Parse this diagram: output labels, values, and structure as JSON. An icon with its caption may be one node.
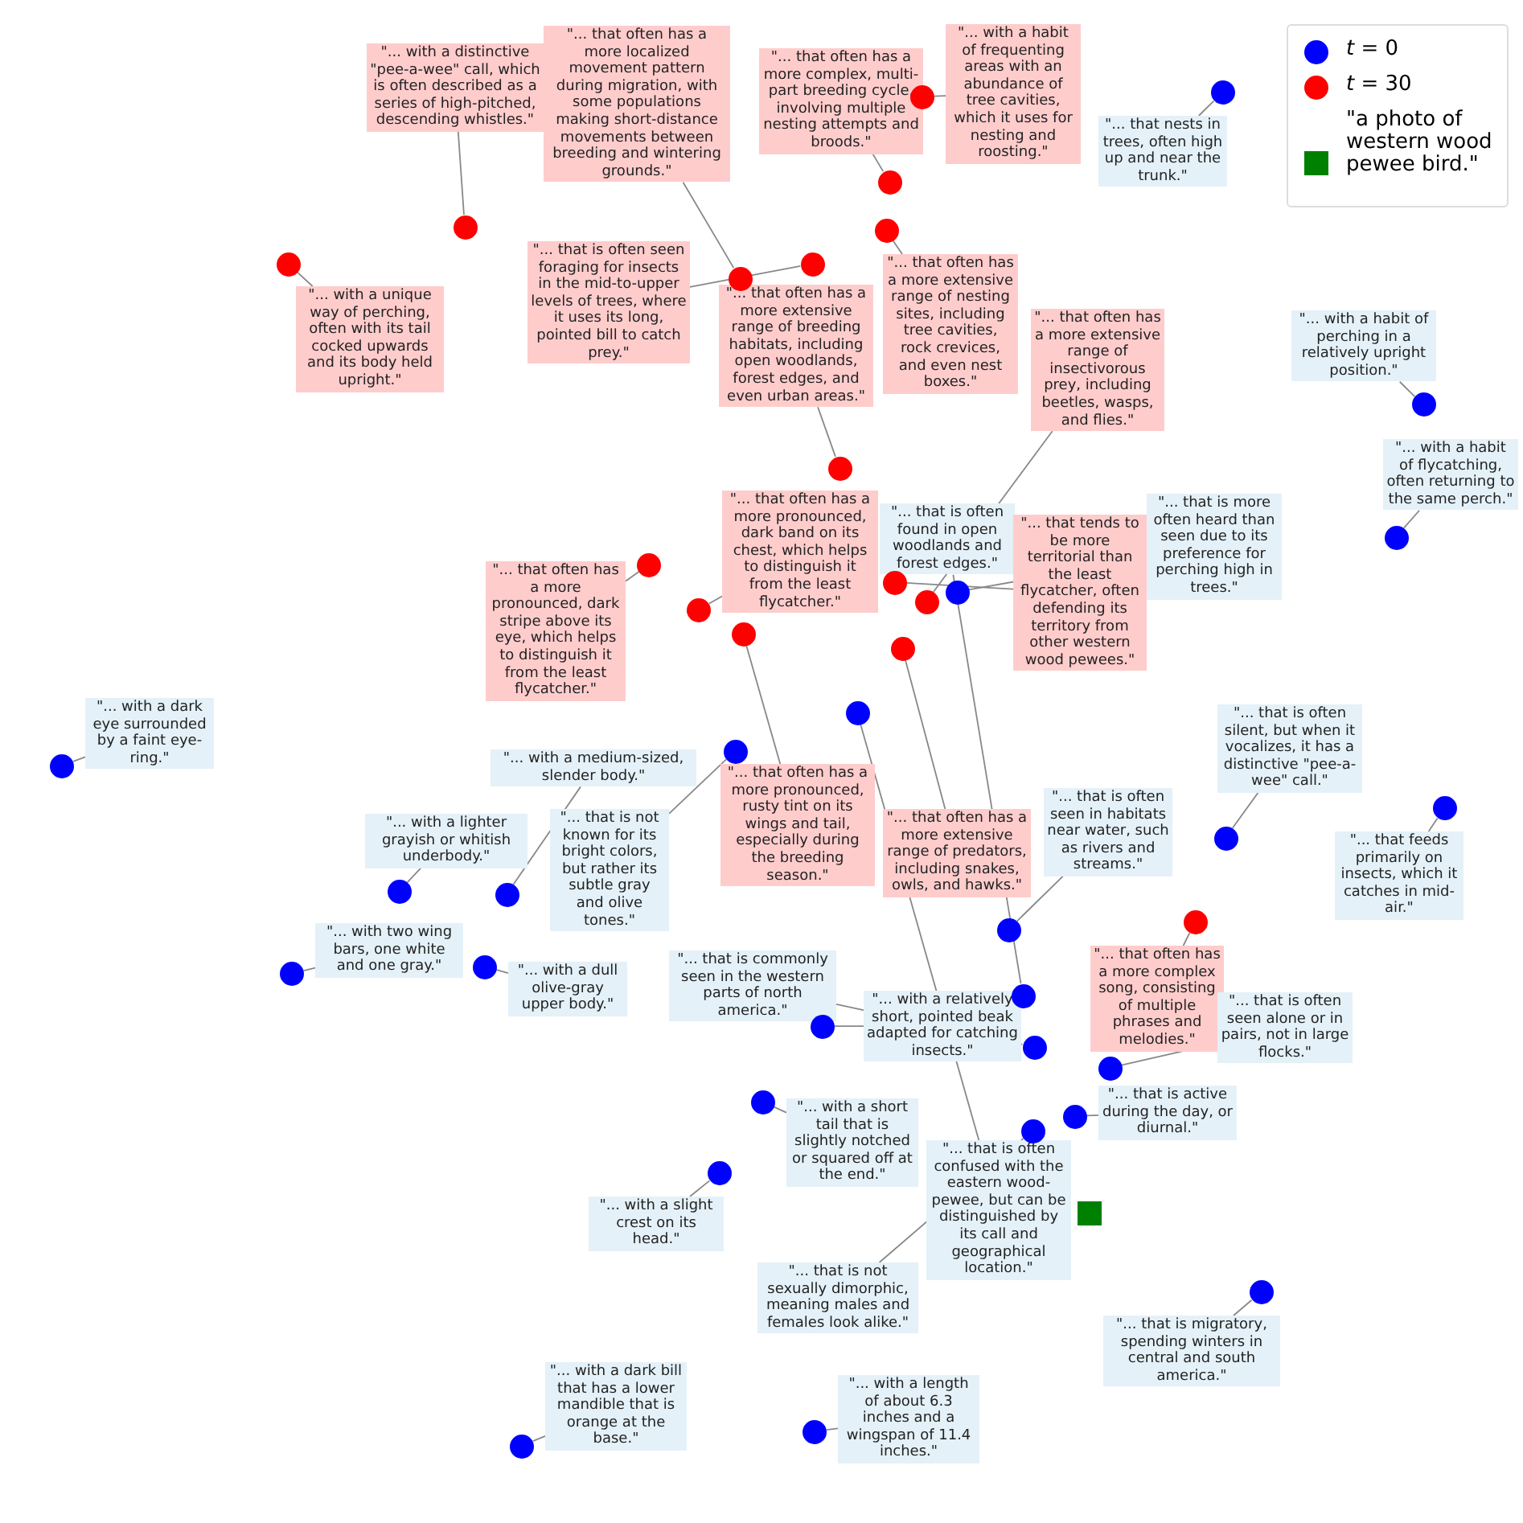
{
  "diagram": {
    "nodes": [
      {
        "text": [
          "\"... that often has a more localized movement pattern during migration, with some populations making short-distance movements between breeding and wintering grounds.\""
        ]
      },
      {
        "text": [
          "\"... with a habit of frequenting areas with an abundance of tree cavities, which it uses for nesting and roosting.\""
        ]
      },
      {
        "text": [
          "\"... with a distinctive \"pee-a-wee\" call, which is often described as a series of high-pitched, descending whistles.\""
        ]
      },
      {
        "text": [
          "\"... that often has a more complex, multi-part breeding cycle, involving multiple nesting attempts and broods.\""
        ]
      },
      {
        "text": [
          "\"... that nests in trees, often high up and near the trunk.\""
        ]
      },
      {
        "text": [
          "\"... that is often seen foraging for insects in the mid-to-upper levels of trees, where it uses its long, pointed bill to catch prey.\""
        ]
      },
      {
        "text": [
          "\"... that often has a more extensive range of nesting sites, including tree cavities, rock crevices, and even nest boxes.\""
        ]
      },
      {
        "text": [
          "\"... that often has a more extensive range of breeding habitats, including open woodlands, forest edges, and even urban areas.\""
        ]
      },
      {
        "text": [
          "\"... with a unique way of perching, often with its tail cocked upwards and its body held upright.\""
        ]
      },
      {
        "text": [
          "\"... with a habit of perching in a relatively upright position.\""
        ]
      },
      {
        "text": [
          "\"... that often has a more extensive range of insectivorous prey, including beetles, wasps, and flies.\""
        ]
      },
      {
        "text": [
          "\"... with a habit of flycatching, often returning to the same perch.\""
        ]
      },
      {
        "text": [
          "\"... that often has a more pronounced, dark band on its chest, which helps to distinguish it from the least flycatcher.\""
        ]
      },
      {
        "text": [
          "\"... that is often found in open woodlands and forest edges.\""
        ]
      },
      {
        "text": [
          "\"... that is more often heard than seen due to its preference for perching high in trees.\""
        ]
      },
      {
        "text": [
          "\"... that tends to be more territorial than the least flycatcher, often defending its territory from other western wood pewees.\""
        ]
      },
      {
        "text": [
          "\"... that often has a more pronounced, dark stripe above its eye, which helps to distinguish it from the least flycatcher.\""
        ]
      },
      {
        "text": [
          "\"... with a dark eye surrounded by a faint eye-ring.\""
        ]
      },
      {
        "text": [
          "\"... that is often silent, but when it vocalizes, it has a distinctive \"pee-a-wee\" call.\""
        ]
      },
      {
        "text": [
          "\"... with a medium-sized, slender body.\""
        ]
      },
      {
        "text": [
          "\"... that often has a more pronounced, rusty tint on its wings and tail, especially during the breeding season.\""
        ]
      },
      {
        "text": [
          "\"... that is not known for its bright colors, but rather its subtle gray and olive tones.\""
        ]
      },
      {
        "text": [
          "\"... that often has a more extensive range of predators, including snakes, owls, and hawks.\""
        ]
      },
      {
        "text": [
          "\"... that is often seen in habitats near water, such as rivers and streams.\""
        ]
      },
      {
        "text": [
          "\"... with a lighter grayish or whitish underbody.\""
        ]
      },
      {
        "text": [
          "\"... that feeds primarily on insects, which it catches in mid-air.\""
        ]
      },
      {
        "text": [
          "\"... with two wing bars, one white and one gray.\""
        ]
      },
      {
        "text": [
          "\"... with a dull olive-gray upper body.\""
        ]
      },
      {
        "text": [
          "\"... that often has a more complex song, consisting of multiple phrases and melodies.\""
        ]
      },
      {
        "text": [
          "\"... that is commonly seen in the western parts of north america.\""
        ]
      },
      {
        "text": [
          "\"... with a relatively short, pointed beak adapted for catching insects.\""
        ]
      },
      {
        "text": [
          "\"... that is often seen alone or in pairs, not in large flocks.\""
        ]
      },
      {
        "text": [
          "\"... that is active during the day, or diurnal.\""
        ]
      },
      {
        "text": [
          "\"... with a short tail that is slightly notched or squared off at the end.\""
        ]
      },
      {
        "text": [
          "\"... that is often confused with the eastern wood-pewee, but can be distinguished by its call and geographical location.\""
        ]
      },
      {
        "text": [
          "\"... with a slight crest on its head.\""
        ]
      },
      {
        "text": [
          "\"... that is not sexually dimorphic, meaning males and females look alike.\""
        ]
      },
      {
        "text": [
          "\"... that is migratory, spending winters in central and south america.\""
        ]
      },
      {
        "text": [
          "\"... with a dark bill that has a lower mandible that is orange at the base.\""
        ]
      },
      {
        "text": [
          "\"... with a length of about 6.3 inches and a wingspan of 11.4 inches.\""
        ]
      },
      {
        "text": [],
        "shape": "circle"
      },
      {
        "text": [],
        "shape": "circle"
      },
      {
        "text": [],
        "shape": "circle"
      },
      {
        "text": [],
        "shape": "circle"
      },
      {
        "text": [],
        "shape": "circle"
      },
      {
        "text": [],
        "shape": "circle"
      },
      {
        "text": [],
        "shape": "circle"
      },
      {
        "text": [],
        "shape": "circle"
      },
      {
        "text": [],
        "shape": "circle"
      },
      {
        "text": [],
        "shape": "circle"
      },
      {
        "text": [],
        "shape": "circle"
      },
      {
        "text": [],
        "shape": "circle"
      },
      {
        "text": [],
        "shape": "circle"
      },
      {
        "text": [],
        "shape": "circle"
      },
      {
        "text": [],
        "shape": "circle"
      },
      {
        "text": [],
        "shape": "circle"
      },
      {
        "text": [],
        "shape": "circle"
      },
      {
        "text": [],
        "shape": "circle"
      },
      {
        "text": [],
        "shape": "circle"
      },
      {
        "text": [],
        "shape": "circle"
      },
      {
        "text": [],
        "shape": "circle"
      },
      {
        "text": [],
        "shape": "circle"
      },
      {
        "text": [],
        "shape": "circle"
      },
      {
        "text": [],
        "shape": "circle"
      },
      {
        "text": [],
        "shape": "circle"
      },
      {
        "text": [],
        "shape": "circle"
      },
      {
        "text": [],
        "shape": "circle"
      },
      {
        "text": [],
        "shape": "circle"
      },
      {
        "text": [],
        "shape": "circle"
      },
      {
        "text": [],
        "shape": "circle"
      },
      {
        "text": [],
        "shape": "circle"
      },
      {
        "text": [],
        "shape": "circle"
      },
      {
        "text": [],
        "shape": "circle"
      },
      {
        "text": [],
        "shape": "circle"
      },
      {
        "text": [],
        "shape": "circle"
      },
      {
        "text": [],
        "shape": "circle"
      },
      {
        "text": [],
        "shape": "circle"
      },
      {
        "text": [],
        "shape": "circle"
      },
      {
        "text": [],
        "shape": "circle"
      },
      {
        "text": [],
        "shape": "circle"
      }
    ],
    "edges": [
      {
        "from": 0,
        "to": 40,
        "arrow": "none"
      },
      {
        "from": 1,
        "to": 41,
        "arrow": "none"
      },
      {
        "from": 2,
        "to": 42,
        "arrow": "none"
      },
      {
        "from": 3,
        "to": 43,
        "arrow": "none"
      },
      {
        "from": 4,
        "to": 44,
        "arrow": "none"
      },
      {
        "from": 5,
        "to": 45,
        "arrow": "none"
      },
      {
        "from": 6,
        "to": 46,
        "arrow": "none"
      },
      {
        "from": 7,
        "to": 47,
        "arrow": "none"
      },
      {
        "from": 8,
        "to": 48,
        "arrow": "none"
      },
      {
        "from": 9,
        "to": 49,
        "arrow": "none"
      },
      {
        "from": 10,
        "to": 50,
        "arrow": "none"
      },
      {
        "from": 11,
        "to": 51,
        "arrow": "none"
      },
      {
        "from": 12,
        "to": 52,
        "arrow": "none"
      },
      {
        "from": 13,
        "to": 53,
        "arrow": "none"
      },
      {
        "from": 14,
        "to": 54,
        "arrow": "none"
      },
      {
        "from": 15,
        "to": 55,
        "arrow": "none"
      },
      {
        "from": 16,
        "to": 56,
        "arrow": "none"
      },
      {
        "from": 17,
        "to": 57,
        "arrow": "none"
      },
      {
        "from": 18,
        "to": 58,
        "arrow": "none"
      },
      {
        "from": 19,
        "to": 59,
        "arrow": "none"
      },
      {
        "from": 20,
        "to": 60,
        "arrow": "none"
      },
      {
        "from": 21,
        "to": 61,
        "arrow": "none"
      },
      {
        "from": 22,
        "to": 62,
        "arrow": "none"
      },
      {
        "from": 23,
        "to": 63,
        "arrow": "none"
      },
      {
        "from": 24,
        "to": 64,
        "arrow": "none"
      },
      {
        "from": 25,
        "to": 65,
        "arrow": "none"
      },
      {
        "from": 26,
        "to": 66,
        "arrow": "none"
      },
      {
        "from": 27,
        "to": 67,
        "arrow": "none"
      },
      {
        "from": 28,
        "to": 68,
        "arrow": "none"
      },
      {
        "from": 29,
        "to": 69,
        "arrow": "none"
      },
      {
        "from": 30,
        "to": 70,
        "arrow": "none"
      },
      {
        "from": 31,
        "to": 71,
        "arrow": "none"
      },
      {
        "from": 32,
        "to": 72,
        "arrow": "none"
      },
      {
        "from": 33,
        "to": 73,
        "arrow": "none"
      },
      {
        "from": 34,
        "to": 74,
        "arrow": "none"
      },
      {
        "from": 35,
        "to": 75,
        "arrow": "none"
      },
      {
        "from": 36,
        "to": 76,
        "arrow": "none"
      },
      {
        "from": 37,
        "to": 77,
        "arrow": "none"
      },
      {
        "from": 38,
        "to": 78,
        "arrow": "none"
      },
      {
        "from": 39,
        "to": 79,
        "arrow": "none"
      }
    ],
    "legend": [
      {
        "text": "*t* = 0",
        "color": "#0000ff"
      },
      {
        "text": "*t* = 30",
        "color": "#ff0000"
      },
      {
        "text": "\"a photo of western wood pewee bird.\"",
        "color": "#008000"
      }
    ]
  }
}
